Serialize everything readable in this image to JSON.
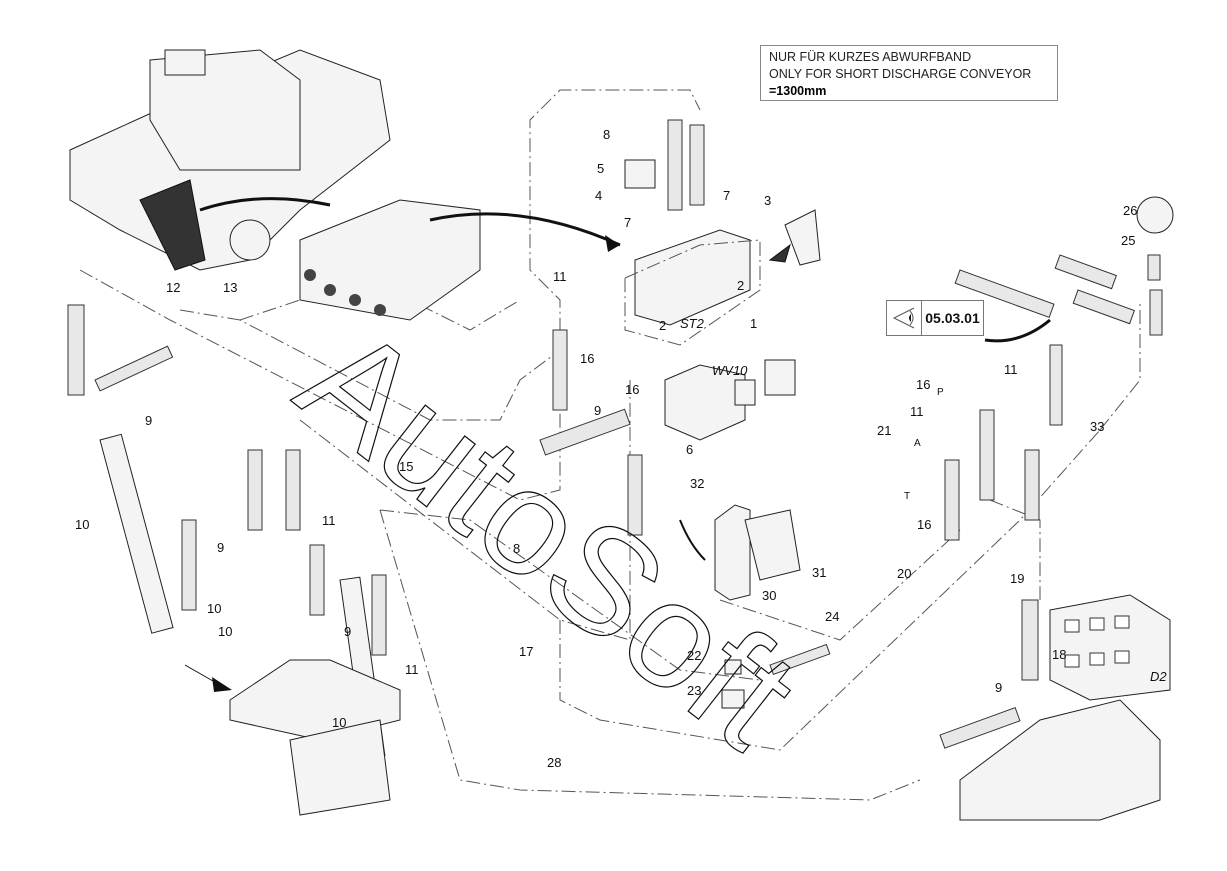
{
  "note": {
    "line1": "NUR FÜR KURZES ABWURFBAND",
    "line2": "ONLY FOR SHORT DISCHARGE CONVEYOR",
    "line3": "=1300mm"
  },
  "reference": {
    "icon": "eye-view-icon",
    "number": "05.03.01"
  },
  "watermark": "AutoSoft",
  "callouts": {
    "c8a": "8",
    "c5": "5",
    "c4": "4",
    "c7a": "7",
    "c7b": "7",
    "c3": "3",
    "c26": "26",
    "c25": "25",
    "c2a": "2",
    "c2b": "2",
    "st2": "ST2",
    "c1": "1",
    "c11a": "11",
    "c16a": "16",
    "c12": "12",
    "c13": "13",
    "c9a": "9",
    "c10a": "10",
    "c15": "15",
    "c16b": "16",
    "c9b": "9",
    "wv10": "WV10",
    "c16c": "16",
    "pA": "P",
    "c11b": "11",
    "c11c": "11",
    "c21": "21",
    "aA": "A",
    "c33": "33",
    "c6": "6",
    "c32": "32",
    "tT": "T",
    "c16d": "16",
    "c11d": "11",
    "c9c": "9",
    "c8b": "8",
    "c20": "20",
    "c31": "31",
    "c30": "30",
    "c19": "19",
    "c24": "24",
    "c10b": "10",
    "c10c": "10",
    "c9d": "9",
    "c17": "17",
    "c22": "22",
    "c18": "18",
    "d2": "D2",
    "c11e": "11",
    "c23": "23",
    "c9e": "9",
    "c10d": "10",
    "c28": "28"
  }
}
